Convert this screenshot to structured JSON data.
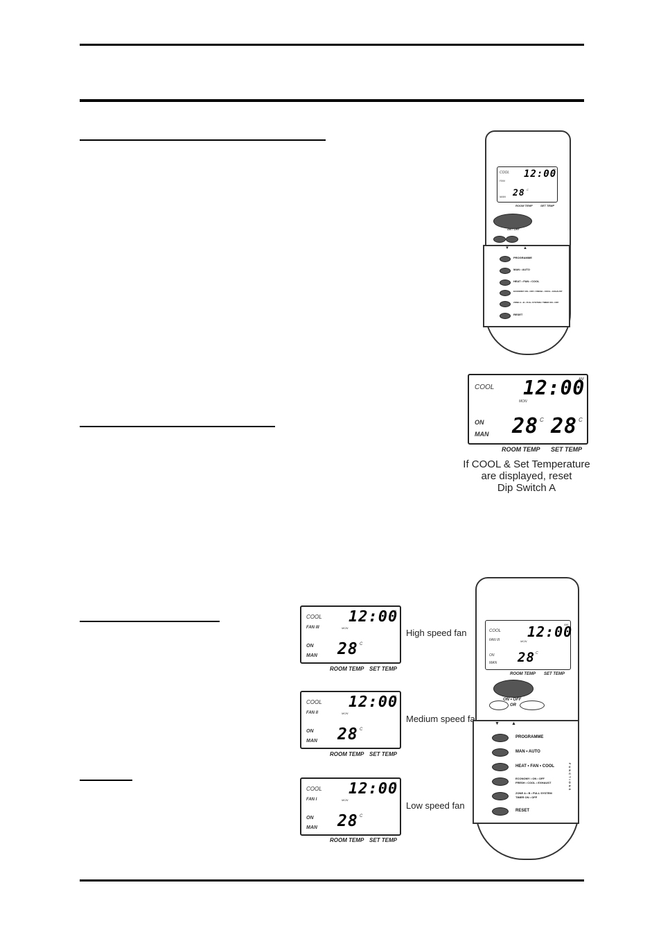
{
  "remote_top": {
    "mode": "COOL",
    "time": "12:00",
    "am": "AM",
    "temp": "28",
    "unit": "C",
    "fan": "FAN",
    "man": "MAN",
    "room_temp": "ROOM TEMP",
    "set_temp": "SET TEMP",
    "onoff": "ON • OFF",
    "arrows": [
      "▼",
      "▲"
    ],
    "rows": [
      "PROGRAMME",
      "MAN • AUTO",
      "HEAT • FAN • COOL",
      "ECONOMY ON • OFF / FRESH • COOL • EXHAUST",
      "ZONE A • B • FULL SYSTEM / TIMER ON • OFF",
      "RESET"
    ]
  },
  "big_display": {
    "mode": "COOL",
    "time": "12:00",
    "am": "AM",
    "day": "MON",
    "on": "ON",
    "man": "MAN",
    "room_value": "28",
    "set_value": "28",
    "unit": "C",
    "room_label": "ROOM TEMP",
    "set_label": "SET TEMP",
    "caption_line1": "If COOL & Set Temperature",
    "caption_line2": "are displayed, reset",
    "caption_line3": "Dip Switch A"
  },
  "fan_displays": [
    {
      "fan": "FAN III",
      "caption": "High speed fan"
    },
    {
      "fan": "FAN II",
      "caption": "Medium speed fan"
    },
    {
      "fan": "FAN I",
      "caption": "Low speed fan"
    }
  ],
  "small_display_common": {
    "mode": "COOL",
    "time": "12:00",
    "am": "AM",
    "day": "MON",
    "on": "ON",
    "man": "MAN",
    "temp": "28",
    "unit": "C",
    "room_label": "ROOM TEMP",
    "set_label": "SET TEMP"
  },
  "remote_bottom": {
    "mode": "COOL",
    "fan": "FAN III",
    "time": "12:00",
    "am": "AM",
    "day": "MON",
    "on": "ON",
    "man": "MAN",
    "temp": "28",
    "unit": "C",
    "room_label": "ROOM TEMP",
    "set_label": "SET TEMP",
    "onoff": "ON • OFF",
    "or": "OR",
    "arrows": [
      "▼",
      "▲"
    ],
    "rows": [
      "PROGRAMME",
      "MAN • AUTO",
      "HEAT • FAN • COOL",
      "ECONOMY • ON • OFF",
      "FRESH • COOL • EXHAUST",
      "ZONE A • B • FULL SYSTEM",
      "TIMER ON • OFF",
      "RESET"
    ],
    "side_label": "FUNCTIONS"
  }
}
